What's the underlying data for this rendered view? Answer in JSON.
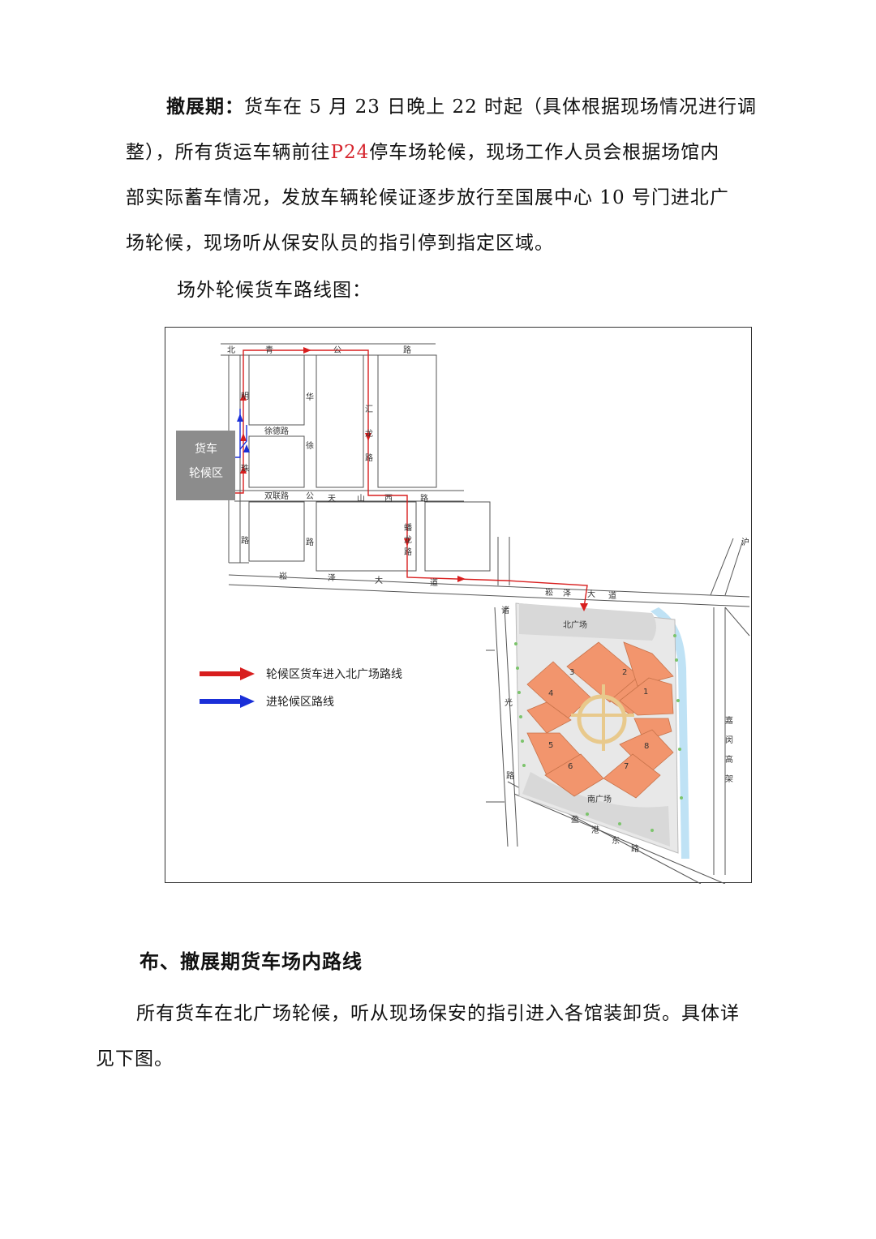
{
  "paragraph1": {
    "label": "撤展期",
    "colon": "：",
    "line1_rest": "货车在 5 月 23 日晚上 22 时起（具体根据现场情况进行调",
    "line2_a": "整），所有货运车辆前往",
    "line2_red": "P24",
    "line2_b": "停车场轮候，现场工作人员会根据场馆内",
    "line3": "部实际蓄车情况，发放车辆轮候证逐步放行至国展中心 10 号门进北广",
    "line4": "场轮候，现场听从保安队员的指引停到指定区域。"
  },
  "map_caption": "场外轮候货车路线图：",
  "map": {
    "waiting_area_line1": "货车",
    "waiting_area_line2": "轮候区",
    "legend_red": "轮候区货车进入北广场路线",
    "legend_blue": "进轮候区路线",
    "colors": {
      "red_route": "#d81e1e",
      "blue_route": "#1a2fd8",
      "hall": "#f2956d",
      "plaza": "#d8d8d8",
      "waiting_area": "#8c8c8c",
      "river": "#bfe2f5"
    },
    "road_labels": {
      "north": "北",
      "qing": "青",
      "gong": "公",
      "lu_top": "路",
      "ming": "明",
      "zhu": "珠",
      "lu_left": "路",
      "hua": "华",
      "xu": "徐",
      "gong2": "公",
      "lu2": "路",
      "hui": "汇",
      "long": "龙",
      "lu3": "路",
      "xude": "徐德路",
      "shuanglian": "双联路",
      "tian": "天",
      "shan": "山",
      "xi": "西",
      "lu4": "路",
      "pan": "蟠",
      "long2": "龙",
      "lu5": "路",
      "song": "崧",
      "ze": "泽",
      "da": "大",
      "dao": "道",
      "song2": "崧",
      "ze2": "泽",
      "da2": "大",
      "dao2": "道",
      "zhu2": "诸",
      "guang": "光",
      "lu6": "路",
      "ying": "盈",
      "gang": "港",
      "dong": "东",
      "lu7": "路",
      "jia": "嘉",
      "min": "闵",
      "gao": "高",
      "jia2": "架",
      "hu": "沪"
    },
    "north_plaza": "北广场",
    "south_plaza": "南广场",
    "halls": [
      "3",
      "2",
      "4",
      "1",
      "5",
      "8",
      "6",
      "7"
    ]
  },
  "section_heading": "布、撤展期货车场内路线",
  "paragraph2": {
    "line1": "所有货车在北广场轮候，听从现场保安的指引进入各馆装卸货。具体详",
    "line2": "见下图。"
  }
}
